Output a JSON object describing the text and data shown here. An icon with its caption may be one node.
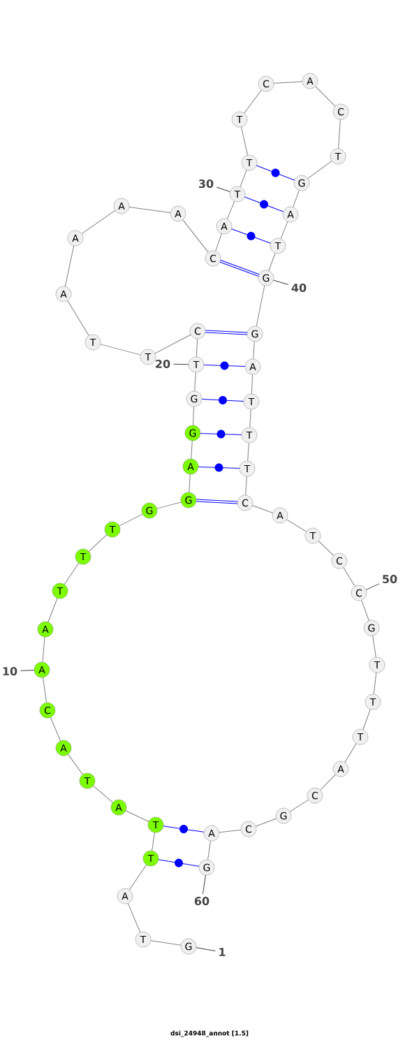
{
  "diagram": {
    "caption": "dsi_24948_annot [1.5]",
    "nodes": [
      {
        "text": [
          "G"
        ]
      },
      {
        "text": [
          "T"
        ]
      },
      {
        "text": [
          "A"
        ]
      },
      {
        "text": [
          "T"
        ]
      },
      {
        "text": [
          "T"
        ]
      },
      {
        "text": [
          "A"
        ]
      },
      {
        "text": [
          "T"
        ]
      },
      {
        "text": [
          "A"
        ]
      },
      {
        "text": [
          "C"
        ]
      },
      {
        "text": [
          "A"
        ]
      },
      {
        "text": [
          "A"
        ]
      },
      {
        "text": [
          "T"
        ]
      },
      {
        "text": [
          "T"
        ]
      },
      {
        "text": [
          "T"
        ]
      },
      {
        "text": [
          "G"
        ]
      },
      {
        "text": [
          "G"
        ]
      },
      {
        "text": [
          "A"
        ]
      },
      {
        "text": [
          "G"
        ]
      },
      {
        "text": [
          "G"
        ]
      },
      {
        "text": [
          "T"
        ]
      },
      {
        "text": [
          "C"
        ]
      },
      {
        "text": [
          "T"
        ]
      },
      {
        "text": [
          "T"
        ]
      },
      {
        "text": [
          "A"
        ]
      },
      {
        "text": [
          "A"
        ]
      },
      {
        "text": [
          "A"
        ]
      },
      {
        "text": [
          "A"
        ]
      },
      {
        "text": [
          "C"
        ]
      },
      {
        "text": [
          "A"
        ]
      },
      {
        "text": [
          "T"
        ]
      },
      {
        "text": [
          "T"
        ]
      },
      {
        "text": [
          "T"
        ]
      },
      {
        "text": [
          "C"
        ]
      },
      {
        "text": [
          "A"
        ]
      },
      {
        "text": [
          "C"
        ]
      },
      {
        "text": [
          "T"
        ]
      },
      {
        "text": [
          "G"
        ]
      },
      {
        "text": [
          "A"
        ]
      },
      {
        "text": [
          "T"
        ]
      },
      {
        "text": [
          "G"
        ]
      },
      {
        "text": [
          "G"
        ]
      },
      {
        "text": [
          "A"
        ]
      },
      {
        "text": [
          "T"
        ]
      },
      {
        "text": [
          "T"
        ]
      },
      {
        "text": [
          "T"
        ]
      },
      {
        "text": [
          "C"
        ]
      },
      {
        "text": [
          "A"
        ]
      },
      {
        "text": [
          "T"
        ]
      },
      {
        "text": [
          "C"
        ]
      },
      {
        "text": [
          "C"
        ]
      },
      {
        "text": [
          "G"
        ]
      },
      {
        "text": [
          "T"
        ]
      },
      {
        "text": [
          "T"
        ]
      },
      {
        "text": [
          "T"
        ]
      },
      {
        "text": [
          "A"
        ]
      },
      {
        "text": [
          "C"
        ]
      },
      {
        "text": [
          "G"
        ]
      },
      {
        "text": [
          "C"
        ]
      },
      {
        "text": [
          "A"
        ]
      },
      {
        "text": [
          "G"
        ]
      },
      {
        "text": [
          "1"
        ]
      },
      {
        "text": [
          "10"
        ]
      },
      {
        "text": [
          "20"
        ]
      },
      {
        "text": [
          "30"
        ]
      },
      {
        "text": [
          "40"
        ]
      },
      {
        "text": [
          "50"
        ]
      },
      {
        "text": [
          "60"
        ]
      }
    ],
    "edges": [
      {
        "from": 0,
        "to": 1,
        "arrow": "none"
      },
      {
        "from": 1,
        "to": 2,
        "arrow": "none"
      },
      {
        "from": 2,
        "to": 3,
        "arrow": "none"
      },
      {
        "from": 3,
        "to": 4,
        "arrow": "none"
      },
      {
        "from": 4,
        "to": 5,
        "arrow": "none"
      },
      {
        "from": 5,
        "to": 6,
        "arrow": "none"
      },
      {
        "from": 6,
        "to": 7,
        "arrow": "none"
      },
      {
        "from": 7,
        "to": 8,
        "arrow": "none"
      },
      {
        "from": 8,
        "to": 9,
        "arrow": "none"
      },
      {
        "from": 9,
        "to": 10,
        "arrow": "none"
      },
      {
        "from": 10,
        "to": 11,
        "arrow": "none"
      },
      {
        "from": 11,
        "to": 12,
        "arrow": "none"
      },
      {
        "from": 12,
        "to": 13,
        "arrow": "none"
      },
      {
        "from": 13,
        "to": 14,
        "arrow": "none"
      },
      {
        "from": 14,
        "to": 15,
        "arrow": "none"
      },
      {
        "from": 15,
        "to": 16,
        "arrow": "none"
      },
      {
        "from": 16,
        "to": 17,
        "arrow": "none"
      },
      {
        "from": 17,
        "to": 18,
        "arrow": "none"
      },
      {
        "from": 18,
        "to": 19,
        "arrow": "none"
      },
      {
        "from": 19,
        "to": 20,
        "arrow": "none"
      },
      {
        "from": 20,
        "to": 21,
        "arrow": "none"
      },
      {
        "from": 21,
        "to": 22,
        "arrow": "none"
      },
      {
        "from": 22,
        "to": 23,
        "arrow": "none"
      },
      {
        "from": 23,
        "to": 24,
        "arrow": "none"
      },
      {
        "from": 24,
        "to": 25,
        "arrow": "none"
      },
      {
        "from": 25,
        "to": 26,
        "arrow": "none"
      },
      {
        "from": 26,
        "to": 27,
        "arrow": "none"
      },
      {
        "from": 27,
        "to": 28,
        "arrow": "none"
      },
      {
        "from": 28,
        "to": 29,
        "arrow": "none"
      },
      {
        "from": 29,
        "to": 30,
        "arrow": "none"
      },
      {
        "from": 30,
        "to": 31,
        "arrow": "none"
      },
      {
        "from": 31,
        "to": 32,
        "arrow": "none"
      },
      {
        "from": 32,
        "to": 33,
        "arrow": "none"
      },
      {
        "from": 33,
        "to": 34,
        "arrow": "none"
      },
      {
        "from": 34,
        "to": 35,
        "arrow": "none"
      },
      {
        "from": 35,
        "to": 36,
        "arrow": "none"
      },
      {
        "from": 36,
        "to": 37,
        "arrow": "none"
      },
      {
        "from": 37,
        "to": 38,
        "arrow": "none"
      },
      {
        "from": 38,
        "to": 39,
        "arrow": "none"
      },
      {
        "from": 39,
        "to": 40,
        "arrow": "none"
      },
      {
        "from": 40,
        "to": 41,
        "arrow": "none"
      },
      {
        "from": 41,
        "to": 42,
        "arrow": "none"
      },
      {
        "from": 42,
        "to": 43,
        "arrow": "none"
      },
      {
        "from": 43,
        "to": 44,
        "arrow": "none"
      },
      {
        "from": 44,
        "to": 45,
        "arrow": "none"
      },
      {
        "from": 45,
        "to": 46,
        "arrow": "none"
      },
      {
        "from": 46,
        "to": 47,
        "arrow": "none"
      },
      {
        "from": 47,
        "to": 48,
        "arrow": "none"
      },
      {
        "from": 48,
        "to": 49,
        "arrow": "none"
      },
      {
        "from": 49,
        "to": 50,
        "arrow": "none"
      },
      {
        "from": 50,
        "to": 51,
        "arrow": "none"
      },
      {
        "from": 51,
        "to": 52,
        "arrow": "none"
      },
      {
        "from": 52,
        "to": 53,
        "arrow": "none"
      },
      {
        "from": 53,
        "to": 54,
        "arrow": "none"
      },
      {
        "from": 54,
        "to": 55,
        "arrow": "none"
      },
      {
        "from": 55,
        "to": 56,
        "arrow": "none"
      },
      {
        "from": 56,
        "to": 57,
        "arrow": "none"
      },
      {
        "from": 57,
        "to": 58,
        "arrow": "none"
      },
      {
        "from": 58,
        "to": 59,
        "arrow": "none"
      },
      {
        "from": 3,
        "to": 59,
        "arrow": "none",
        "color": "#0000ff"
      },
      {
        "from": 4,
        "to": 58,
        "arrow": "none",
        "color": "#0000ff"
      },
      {
        "from": 15,
        "to": 45,
        "arrow": "none",
        "style": "thick",
        "color": "#0000ff"
      },
      {
        "from": 16,
        "to": 44,
        "arrow": "none",
        "color": "#0000ff"
      },
      {
        "from": 17,
        "to": 43,
        "arrow": "none",
        "color": "#0000ff"
      },
      {
        "from": 18,
        "to": 42,
        "arrow": "none",
        "color": "#0000ff"
      },
      {
        "from": 19,
        "to": 41,
        "arrow": "none",
        "color": "#0000ff"
      },
      {
        "from": 20,
        "to": 40,
        "arrow": "none",
        "style": "thick",
        "color": "#0000ff"
      },
      {
        "from": 27,
        "to": 39,
        "arrow": "none",
        "style": "thick",
        "color": "#0000ff"
      },
      {
        "from": 28,
        "to": 38,
        "arrow": "none",
        "color": "#0000ff"
      },
      {
        "from": 29,
        "to": 37,
        "arrow": "none",
        "color": "#0000ff"
      },
      {
        "from": 30,
        "to": 36,
        "arrow": "none",
        "color": "#0000ff"
      },
      {
        "from": 60,
        "to": 0,
        "arrow": "none",
        "color": "#404040"
      },
      {
        "from": 61,
        "to": 9,
        "arrow": "none",
        "color": "#404040"
      },
      {
        "from": 62,
        "to": 19,
        "arrow": "none",
        "color": "#404040"
      },
      {
        "from": 63,
        "to": 29,
        "arrow": "none",
        "color": "#404040"
      },
      {
        "from": 64,
        "to": 39,
        "arrow": "none",
        "color": "#404040"
      },
      {
        "from": 65,
        "to": 49,
        "arrow": "none",
        "color": "#404040"
      },
      {
        "from": 66,
        "to": 59,
        "arrow": "none",
        "color": "#404040"
      }
    ]
  }
}
